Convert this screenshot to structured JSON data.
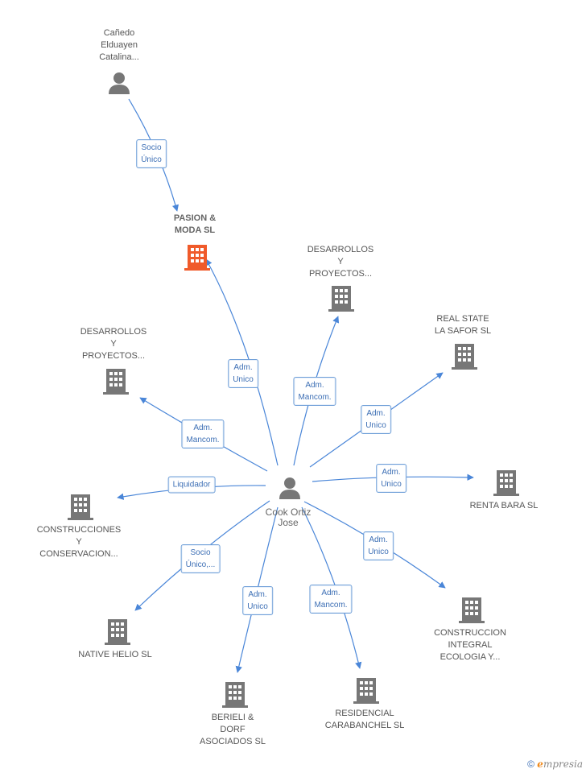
{
  "nodes": {
    "canedo": {
      "label": "Cañedo\nElduayen\nCatalina...",
      "kind": "person"
    },
    "pasion": {
      "label": "PASION &\nMODA SL",
      "kind": "company-main"
    },
    "desarrollos1": {
      "label": "DESARROLLOS\nY\nPROYECTOS...",
      "kind": "company"
    },
    "realstate": {
      "label": "REAL STATE\nLA SAFOR SL",
      "kind": "company"
    },
    "desarrollos2": {
      "label": "DESARROLLOS\nY\nPROYECTOS...",
      "kind": "company"
    },
    "rentabara": {
      "label": "RENTA BARA SL",
      "kind": "company"
    },
    "construcciones": {
      "label": "CONSTRUCCIONES\nY\nCONSERVACION...",
      "kind": "company"
    },
    "cook": {
      "label": "Cook Ortiz\nJose",
      "kind": "person"
    },
    "construccion": {
      "label": "CONSTRUCCION\nINTEGRAL\nECOLOGIA Y...",
      "kind": "company"
    },
    "native": {
      "label": "NATIVE HELIO SL",
      "kind": "company"
    },
    "berieli": {
      "label": "BERIELI &\nDORF\nASOCIADOS SL",
      "kind": "company"
    },
    "residencial": {
      "label": "RESIDENCIAL\nCARABANCHEL SL",
      "kind": "company"
    }
  },
  "edges": {
    "canedo_pasion": "Socio\nÚnico",
    "cook_pasion": "Adm.\nUnico",
    "cook_desarrollos1": "Adm.\nMancom.",
    "cook_realstate": "Adm.\nUnico",
    "cook_desarrollos2": "Adm.\nMancom.",
    "cook_rentabara": "Adm.\nUnico",
    "cook_construcciones": "Liquidador",
    "cook_construccion": "Adm.\nUnico",
    "cook_native": "Socio\nÚnico,...",
    "cook_berieli": "Adm.\nUnico",
    "cook_residencial": "Adm.\nMancom."
  },
  "footer": {
    "copyright": "©",
    "brand": "mpresia",
    "brand_initial": "e"
  },
  "colors": {
    "edge": "#4a86d8",
    "icon": "#777777",
    "main_icon": "#f05a2a"
  }
}
